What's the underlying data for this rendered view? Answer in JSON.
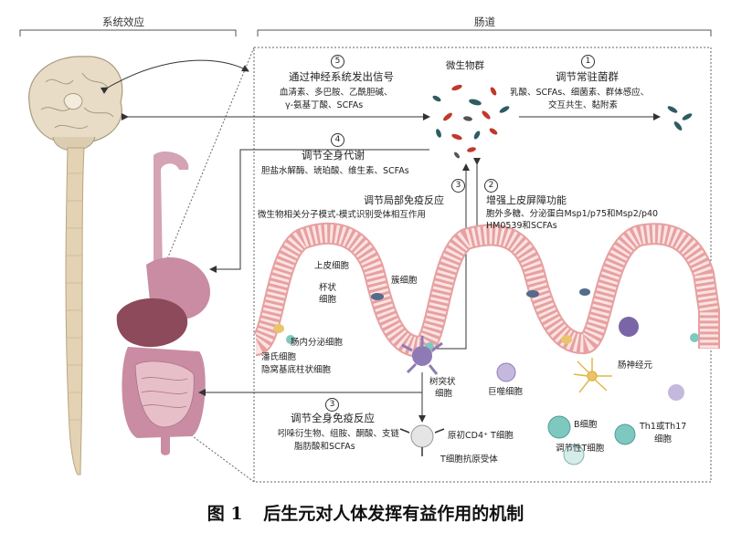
{
  "headers": {
    "systemic": "系统效应",
    "gut": "肠道"
  },
  "microbiota": "微生物群",
  "items": {
    "n5": {
      "num": "5",
      "title": "通过神经系统发出信号",
      "line1": "血清素、多巴胺、乙酰胆碱、",
      "line2": "γ-氨基丁酸、SCFAs"
    },
    "n1": {
      "num": "1",
      "title": "调节常驻菌群",
      "line1": "乳酸、SCFAs、细菌素、群体感应、",
      "line2": "交互共生、黏附素"
    },
    "n4": {
      "num": "4",
      "title": "调节全身代谢",
      "line1": "胆盐水解酶、琥珀酸、维生素、SCFAs"
    },
    "n3a": {
      "num": "3",
      "title": "调节局部免疫反应",
      "line1": "微生物相关分子模式-模式识别受体相互作用"
    },
    "n2": {
      "num": "2",
      "title": "增强上皮屏障功能",
      "line1": "胞外多糖、分泌蛋白Msp1/p75和Msp2/p40",
      "line2": "HM0539和SCFAs"
    },
    "n3b": {
      "num": "3",
      "title": "调节全身免疫反应",
      "line1": "吲哚衍生物、组胺、酮酸、支链",
      "line2": "脂肪酸和SCFAs"
    }
  },
  "cells": {
    "epithelial": "上皮细胞",
    "goblet1": "杯状",
    "goblet2": "细胞",
    "tuft": "簇细胞",
    "enteroendocrine": "肠内分泌细胞",
    "paneth": "潘氏细胞",
    "crypt_base": "隐窝基底柱状细胞",
    "dendritic1": "树突状",
    "dendritic2": "细胞",
    "macrophage": "巨噬细胞",
    "enteric_neuron": "肠神经元",
    "b_cell": "B细胞",
    "th": "Th1或Th17",
    "th2": "细胞",
    "naive_t": "原初CD4⁺ T细胞",
    "tcr": "T细胞抗原受体",
    "treg": "调节性T细胞"
  },
  "caption": {
    "label": "图 1",
    "text": "后生元对人体发挥有益作用的机制"
  },
  "colors": {
    "brain": "#e8dcc6",
    "spine": "#e3d3b4",
    "tissue": "#d9a7b4",
    "liver": "#8c4a5a",
    "epithelium": "#e8a5a5",
    "microbe_red": "#c0392b",
    "microbe_teal": "#2d5d62"
  }
}
